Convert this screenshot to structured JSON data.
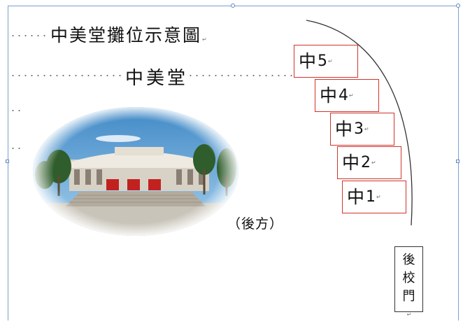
{
  "document": {
    "title": "中美堂攤位示意圖",
    "subtitle": "中美堂",
    "direction_note": "（後方）",
    "gate_label": [
      "後",
      "校",
      "門"
    ],
    "paragraph_mark": "↵"
  },
  "booths": [
    {
      "char": "中",
      "number": "5"
    },
    {
      "char": "中",
      "number": "4"
    },
    {
      "char": "中",
      "number": "3"
    },
    {
      "char": "中",
      "number": "2"
    },
    {
      "char": "中",
      "number": "1"
    }
  ],
  "photo": {
    "subject": "中美堂 building photo",
    "shape": "oval-vignette"
  },
  "colors": {
    "booth_border": "#d0342c",
    "arc_line": "#333333",
    "frame_border": "#7aa0cf"
  }
}
